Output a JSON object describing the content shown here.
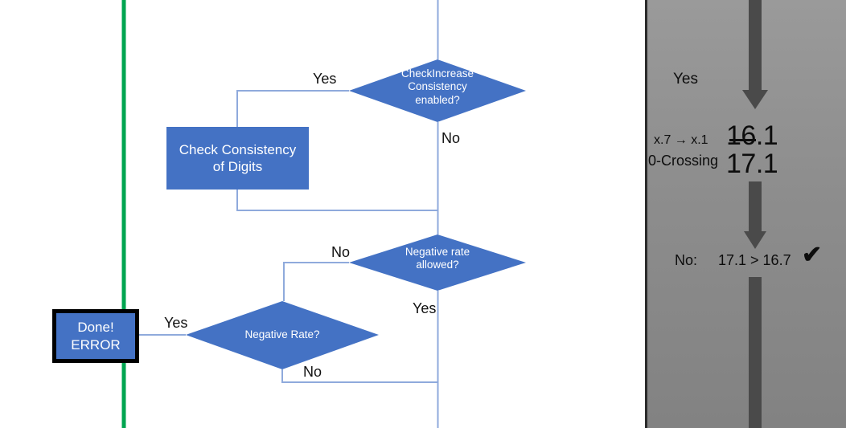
{
  "flowchart": {
    "nodes": {
      "check_increase": {
        "lines": [
          "CheckIncrease",
          "Consistency",
          "enabled?"
        ],
        "l0": "CheckIncrease",
        "l1": "Consistency",
        "l2": "enabled?",
        "shape": "decision"
      },
      "check_consistency": {
        "l0": "Check Consistency",
        "l1": "of Digits",
        "shape": "process"
      },
      "negative_rate_allowed": {
        "l0": "Negative rate",
        "l1": "allowed?",
        "shape": "decision"
      },
      "negative_rate": {
        "l0": "Negative Rate?",
        "shape": "decision"
      },
      "done_error": {
        "l0": "Done!",
        "l1": "ERROR",
        "shape": "terminator"
      }
    },
    "edge_labels": {
      "check_increase_yes": "Yes",
      "check_increase_no": "No",
      "negative_rate_allowed_no": "No",
      "negative_rate_allowed_yes": "Yes",
      "negative_rate_yes": "Yes",
      "negative_rate_no": "No"
    },
    "colors": {
      "node_fill": "#4472C4",
      "node_text": "#FFFFFF",
      "connector": "#8FAADC",
      "terminator_border": "#000000",
      "divider_green": "#00A550"
    }
  },
  "right_panel": {
    "yes_label": "Yes",
    "transition_label": "x.7 → x.1",
    "zero_crossing_label": "0-Crossing",
    "value_old": "16.1",
    "value_new": "17.1",
    "no_label": "No:",
    "comparison": "17.1 > 16.7",
    "check_mark": "✔",
    "colors": {
      "panel_bg": "#8D8D8D",
      "arrow": "#4A4A4A",
      "text": "#0D0D0D"
    }
  }
}
